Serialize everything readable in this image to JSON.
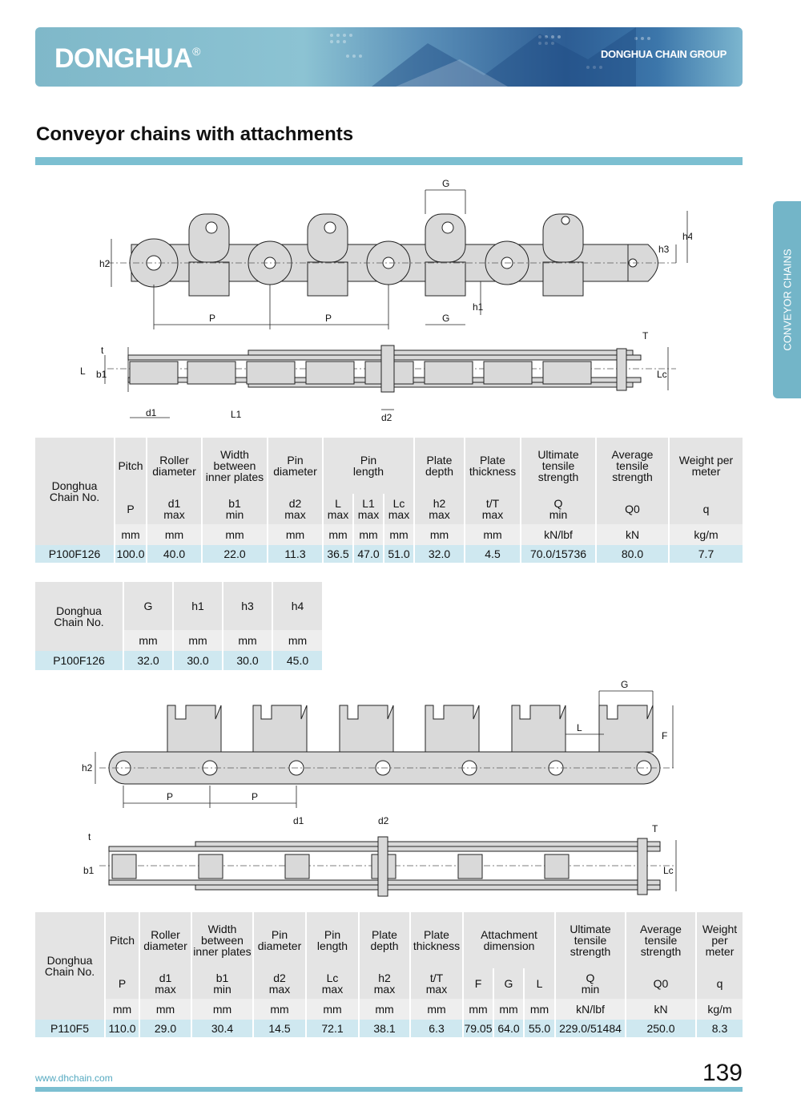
{
  "header": {
    "logo": "DONGHUA",
    "logo_mark": "®",
    "group": "DONGHUA CHAIN GROUP"
  },
  "side_tab": "CONVEYOR CHAINS",
  "page_title": "Conveyor chains with attachments",
  "drawing1": {
    "labels": [
      "G",
      "h4",
      "h3",
      "h2",
      "P",
      "P",
      "G",
      "h1",
      "t",
      "T",
      "L",
      "b1",
      "Lc",
      "d1",
      "L1",
      "d2"
    ]
  },
  "table1": {
    "model_header": "Donghua\nChain No.",
    "columns": [
      {
        "name": "Pitch",
        "sym": "P",
        "unit": "mm"
      },
      {
        "name": "Roller\ndiameter",
        "sym": "d1\nmax",
        "unit": "mm"
      },
      {
        "name": "Width\nbetween\ninner plates",
        "sym": "b1\nmin",
        "unit": "mm"
      },
      {
        "name": "Pin\ndiameter",
        "sym": "d2\nmax",
        "unit": "mm"
      },
      {
        "name": "Pin\nlength",
        "syms": [
          "L\nmax",
          "L1\nmax",
          "Lc\nmax"
        ],
        "unit": "mm"
      },
      {
        "name": "Plate\ndepth",
        "sym": "h2\nmax",
        "unit": "mm"
      },
      {
        "name": "Plate\nthickness",
        "sym": "t/T\nmax",
        "unit": "mm"
      },
      {
        "name": "Ultimate\ntensile\nstrength",
        "sym": "Q\nmin",
        "unit": "kN/lbf"
      },
      {
        "name": "Average\ntensile\nstrength",
        "sym": "Q0",
        "unit": "kN"
      },
      {
        "name": "Weight per\nmeter",
        "sym": "q",
        "unit": "kg/m"
      }
    ],
    "row": [
      "P100F126",
      "100.0",
      "40.0",
      "22.0",
      "11.3",
      "36.5",
      "47.0",
      "51.0",
      "32.0",
      "4.5",
      "70.0/15736",
      "80.0",
      "7.7"
    ]
  },
  "table2": {
    "model_header": "Donghua\nChain No.",
    "columns": [
      "G",
      "h1",
      "h3",
      "h4"
    ],
    "unit": "mm",
    "row": [
      "P100F126",
      "32.0",
      "30.0",
      "30.0",
      "45.0"
    ]
  },
  "drawing2": {
    "labels": [
      "G",
      "L",
      "F",
      "h2",
      "P",
      "P",
      "d1",
      "d2",
      "t",
      "T",
      "b1",
      "Lc"
    ]
  },
  "table3": {
    "model_header": "Donghua\nChain No.",
    "columns": [
      {
        "name": "Pitch",
        "sym": "P",
        "unit": "mm"
      },
      {
        "name": "Roller\ndiameter",
        "sym": "d1\nmax",
        "unit": "mm"
      },
      {
        "name": "Width\nbetween\ninner plates",
        "sym": "b1\nmin",
        "unit": "mm"
      },
      {
        "name": "Pin\ndiameter",
        "sym": "d2\nmax",
        "unit": "mm"
      },
      {
        "name": "Pin\nlength",
        "sym": "Lc\nmax",
        "unit": "mm"
      },
      {
        "name": "Plate\ndepth",
        "sym": "h2\nmax",
        "unit": "mm"
      },
      {
        "name": "Plate\nthickness",
        "sym": "t/T\nmax",
        "unit": "mm"
      },
      {
        "name": "Attachment\ndimension",
        "syms": [
          "F",
          "G",
          "L"
        ],
        "unit": "mm"
      },
      {
        "name": "Ultimate\ntensile\nstrength",
        "sym": "Q\nmin",
        "unit": "kN/lbf"
      },
      {
        "name": "Average\ntensile\nstrength",
        "sym": "Q0",
        "unit": "kN"
      },
      {
        "name": "Weight\nper\nmeter",
        "sym": "q",
        "unit": "kg/m"
      }
    ],
    "row": [
      "P110F5",
      "110.0",
      "29.0",
      "30.4",
      "14.5",
      "72.1",
      "38.1",
      "6.3",
      "79.05",
      "64.0",
      "55.0",
      "229.0/51484",
      "250.0",
      "8.3"
    ]
  },
  "footer": {
    "url": "www.dhchain.com",
    "page": "139"
  },
  "colors": {
    "accent": "#7cbfd1",
    "table_header": "#e4e4e4",
    "table_data": "#cfe8f0",
    "part_fill": "#d9d9d9"
  }
}
